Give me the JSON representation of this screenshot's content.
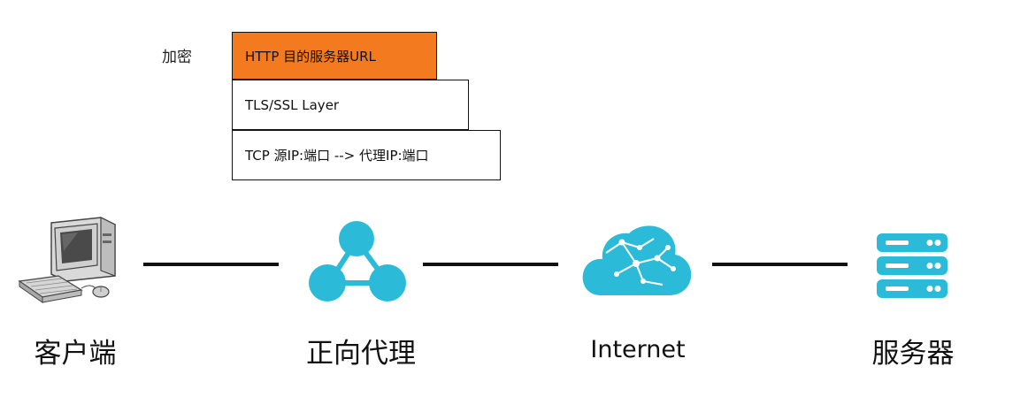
{
  "annotation": {
    "encrypt": "加密"
  },
  "layers": {
    "http": "HTTP 目的服务器URL",
    "tls": "TLS/SSL Layer",
    "tcp": "TCP 源IP:端口 --> 代理IP:端口"
  },
  "nodes": {
    "client": "客户端",
    "proxy": "正向代理",
    "internet": "Internet",
    "server": "服务器"
  },
  "colors": {
    "http_layer": "#f47a1f",
    "icon_accent": "#2bbbd8",
    "line": "#111111"
  },
  "icons": {
    "client": "desktop-computer-icon",
    "proxy": "triangle-network-icon",
    "internet": "cloud-network-icon",
    "server": "server-stack-icon"
  }
}
